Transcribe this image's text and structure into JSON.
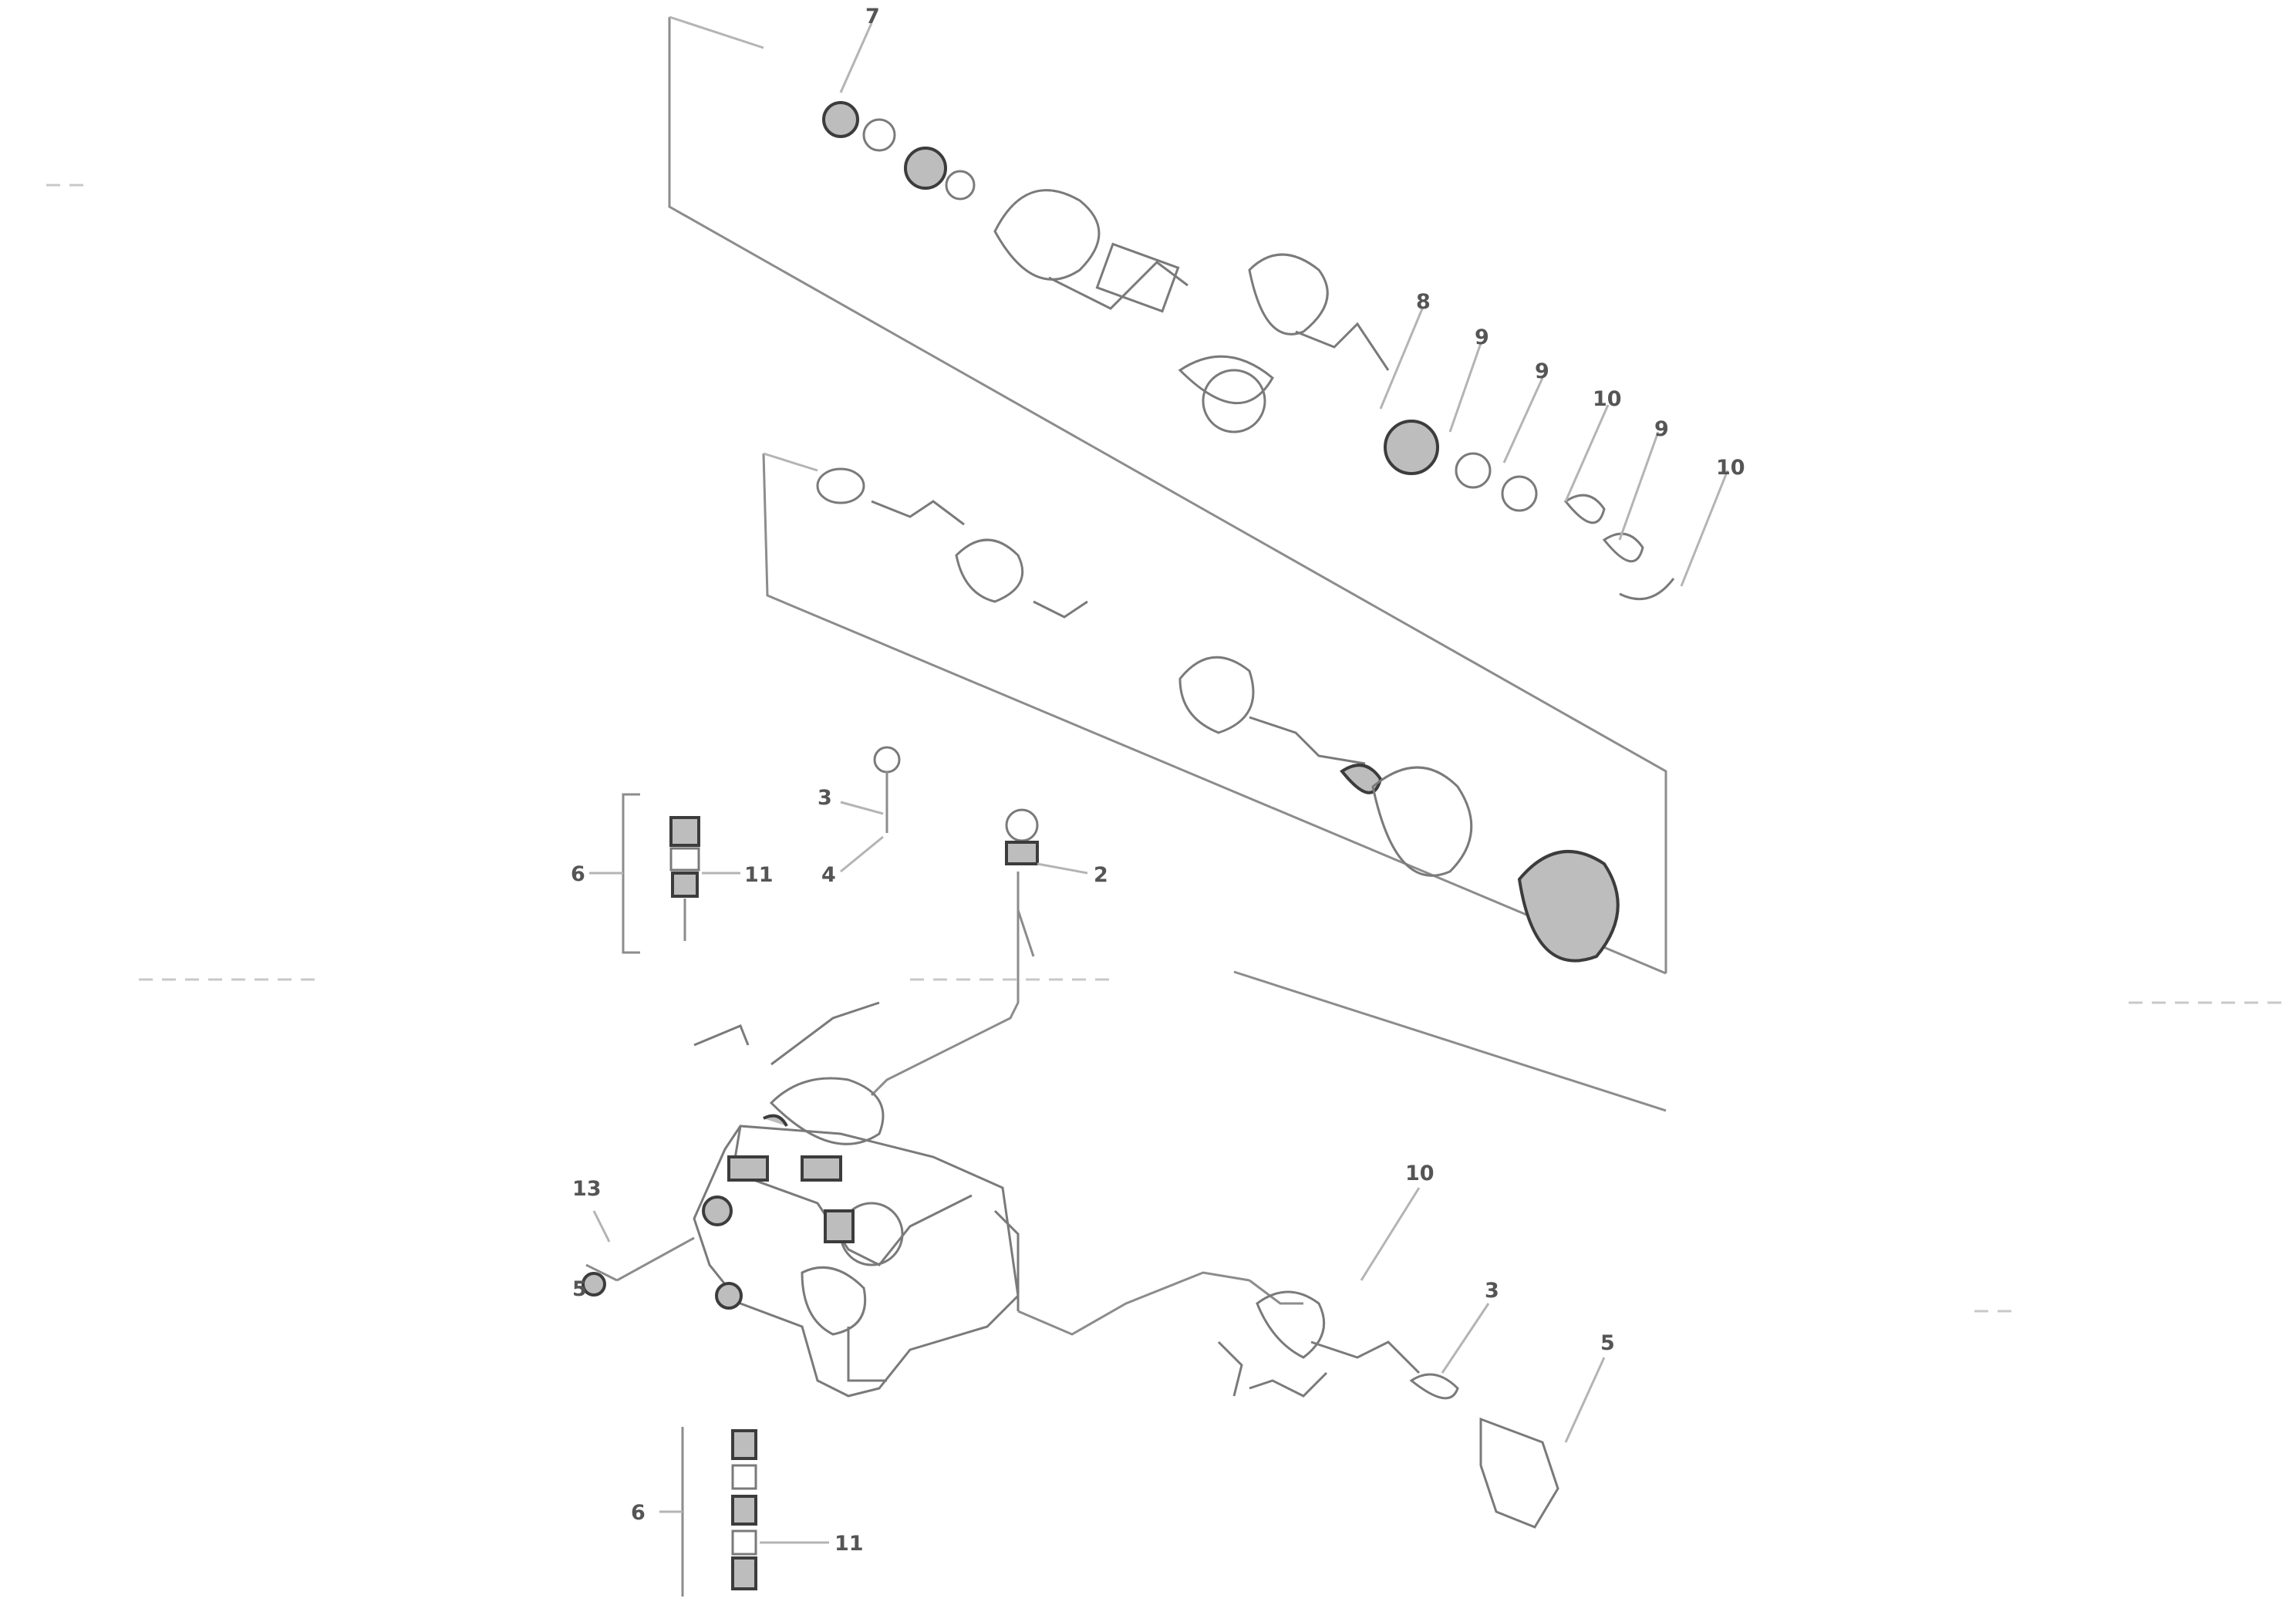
{
  "callouts": [
    {
      "id": "c-top-exploded-1",
      "text": "7"
    },
    {
      "id": "c-top-exploded-2",
      "text": "8"
    },
    {
      "id": "c-top-exploded-3",
      "text": "9"
    },
    {
      "id": "c-top-exploded-4",
      "text": "9"
    },
    {
      "id": "c-top-exploded-5",
      "text": "10"
    },
    {
      "id": "c-top-exploded-6",
      "text": "9"
    },
    {
      "id": "c-top-exploded-7",
      "text": "10"
    },
    {
      "id": "c-bracket-upper",
      "text": "6"
    },
    {
      "id": "c-fitting-upper",
      "text": "11"
    },
    {
      "id": "c-fitting-mid-a",
      "text": "3"
    },
    {
      "id": "c-fitting-mid-b",
      "text": "4"
    },
    {
      "id": "c-pipe-top",
      "text": "2"
    },
    {
      "id": "c-block-left-a",
      "text": "13"
    },
    {
      "id": "c-block-left-b",
      "text": "5"
    },
    {
      "id": "c-hose-right-a",
      "text": "10"
    },
    {
      "id": "c-hose-right-b",
      "text": "3"
    },
    {
      "id": "c-hose-right-c",
      "text": "5"
    },
    {
      "id": "c-bracket-lower",
      "text": "6"
    },
    {
      "id": "c-fitting-lower",
      "text": "11"
    }
  ],
  "icons": {
    "main": "hydraulic-assembly-exploded-view"
  }
}
